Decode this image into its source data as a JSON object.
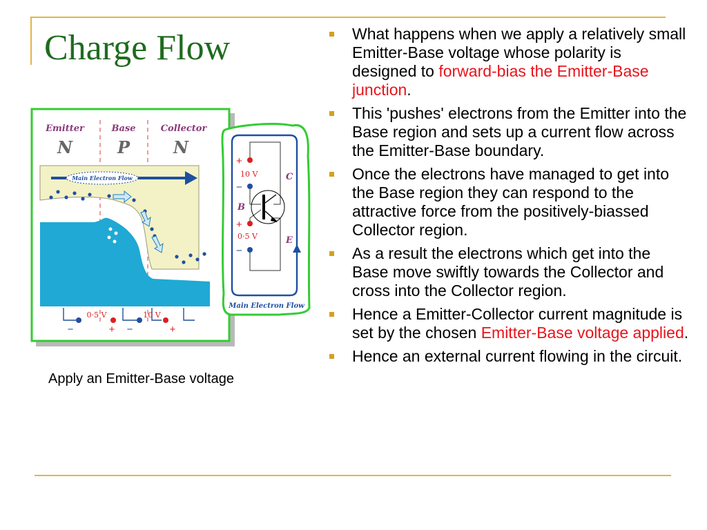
{
  "slide": {
    "title": "Charge Flow",
    "caption": "Apply an Emitter-Base voltage"
  },
  "bullets": [
    {
      "text": "What happens when we apply a relatively small Emitter-Base voltage whose polarity is designed to ",
      "highlight": "forward-bias the Emitter-Base junction",
      "after": "."
    },
    {
      "text": "This 'pushes' electrons from the Emitter into the Base region and sets up a current flow across the Emitter-Base boundary."
    },
    {
      "text": "Once the electrons have managed to get into the Base region they can respond to the attractive force from the positively-biassed Collector region."
    },
    {
      "text": "As a result the electrons which get into the Base move swiftly towards the Collector and cross into the Collector region."
    },
    {
      "text": "Hence a Emitter-Collector current magnitude is set by the chosen ",
      "highlight": "Emitter-Base voltage applied",
      "after": "."
    },
    {
      "text": "Hence an external current flowing in the circuit."
    }
  ],
  "diagram": {
    "regions": {
      "emitter": "Emitter",
      "emitter_type": "N",
      "base": "Base",
      "base_type": "P",
      "collector": "Collector",
      "collector_type": "N"
    },
    "flow_label": "Main Electron Flow",
    "bottom_left_voltage": "0·5 V",
    "bottom_right_voltage": "10 V",
    "plus": "+",
    "minus": "−",
    "circuit": {
      "top_voltage": "10 V",
      "bottom_voltage": "0·5 V",
      "label_c": "C",
      "label_b": "B",
      "label_e": "E",
      "flow_label": "Main Electron Flow"
    },
    "colors": {
      "frame_green": "#33cc33",
      "band_fill": "#f3f1c6",
      "valence_fill": "#1fa9d4",
      "dot_blue": "#1f4fa0",
      "dot_red": "#dd1e1e",
      "region_label": "#8b3a7a"
    }
  },
  "colors": {
    "title": "#1f6b1f",
    "rule": "#e3b545",
    "bullet_mark": "#d4a020",
    "highlight": "#e8141b"
  }
}
